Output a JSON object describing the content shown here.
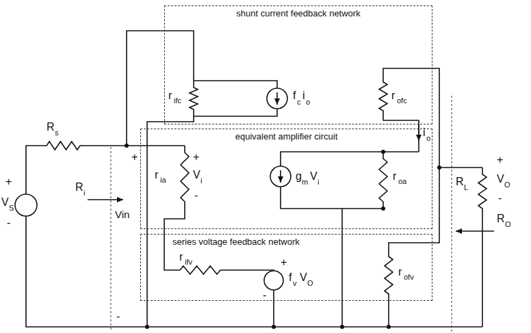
{
  "diagram": {
    "nodes": [
      {
        "text": [
          "shunt current feedback network"
        ]
      },
      {
        "text": [
          "equivalent amplifier circuit"
        ]
      },
      {
        "text": [
          "series voltage feedback network"
        ]
      }
    ],
    "labels": [
      "r",
      "ifc",
      "f",
      "c",
      "i",
      "o",
      "r",
      "ofc",
      "i",
      "o",
      "R",
      "s",
      "+",
      "V",
      "S",
      "-",
      "R",
      "i",
      "+",
      "Vin",
      "-",
      "r",
      "ia",
      "+",
      "V",
      "i",
      "-",
      "g",
      "m",
      "V",
      "i",
      "r",
      "oa",
      "R",
      "L",
      "+",
      "V",
      "O",
      "-",
      "R",
      "O",
      "r",
      "ifv",
      "+",
      "f",
      "v",
      "V",
      "O",
      "-",
      "r",
      "ofv"
    ]
  }
}
